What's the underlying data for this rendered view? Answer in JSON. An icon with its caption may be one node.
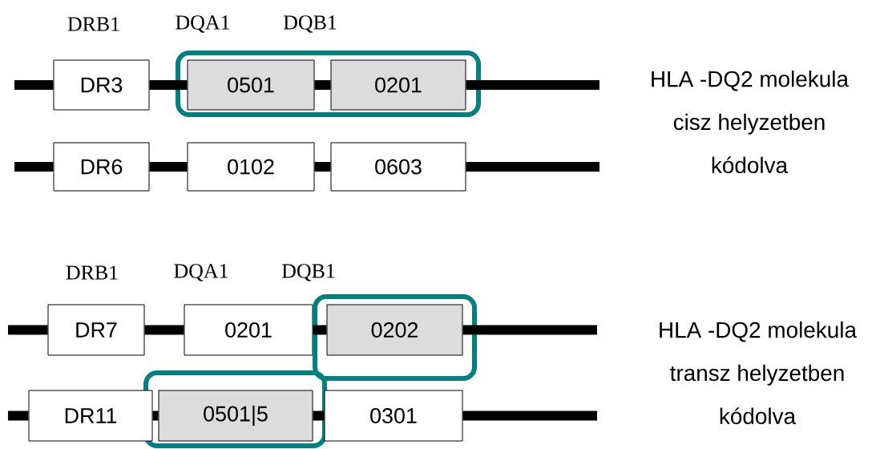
{
  "diagram": {
    "nodes": [
      {
        "text": [],
        "shape": "box"
      },
      {
        "text": [
          "DR3"
        ]
      },
      {
        "text": [
          "0501"
        ],
        "in": 0
      },
      {
        "text": [
          "0201"
        ],
        "in": 0
      },
      {
        "text": [
          "DR6"
        ]
      },
      {
        "text": [
          "0102"
        ]
      },
      {
        "text": [
          "0603"
        ]
      },
      {
        "text": [
          "DR7"
        ]
      },
      {
        "text": [
          "0201"
        ]
      },
      {
        "text": [],
        "shape": "box"
      },
      {
        "text": [
          "0202"
        ],
        "in": 9
      },
      {
        "text": [],
        "shape": "box"
      },
      {
        "text": [
          "DR11"
        ]
      },
      {
        "text": [
          "0501|5"
        ],
        "in": 11
      },
      {
        "text": [
          "0301"
        ]
      }
    ],
    "edges": [
      {
        "from": null,
        "to": 1,
        "arrow": "none"
      },
      {
        "from": 1,
        "to": 2,
        "arrow": "none"
      },
      {
        "from": 2,
        "to": 3,
        "arrow": "none"
      },
      {
        "from": 3,
        "to": null,
        "arrow": "none"
      },
      {
        "from": null,
        "to": 4,
        "arrow": "none"
      },
      {
        "from": 4,
        "to": 5,
        "arrow": "none"
      },
      {
        "from": 5,
        "to": 6,
        "arrow": "none"
      },
      {
        "from": 6,
        "to": null,
        "arrow": "none"
      },
      {
        "from": null,
        "to": 7,
        "arrow": "none"
      },
      {
        "from": 7,
        "to": 8,
        "arrow": "none"
      },
      {
        "from": 8,
        "to": 10,
        "arrow": "none"
      },
      {
        "from": 10,
        "to": null,
        "arrow": "none"
      },
      {
        "from": null,
        "to": 12,
        "arrow": "none"
      },
      {
        "from": 12,
        "to": 13,
        "arrow": "none"
      },
      {
        "from": 13,
        "to": 14,
        "arrow": "none"
      },
      {
        "from": 14,
        "to": null,
        "arrow": "none"
      }
    ],
    "labels": [
      "DRB1",
      "DQA1",
      "DQB1",
      "HLA -DQ2 molekula cisz helyzetben kódolva",
      "DRB1",
      "DQA1",
      "DQB1",
      "HLA -DQ2 molekula transz helyzetben kódolva"
    ]
  }
}
